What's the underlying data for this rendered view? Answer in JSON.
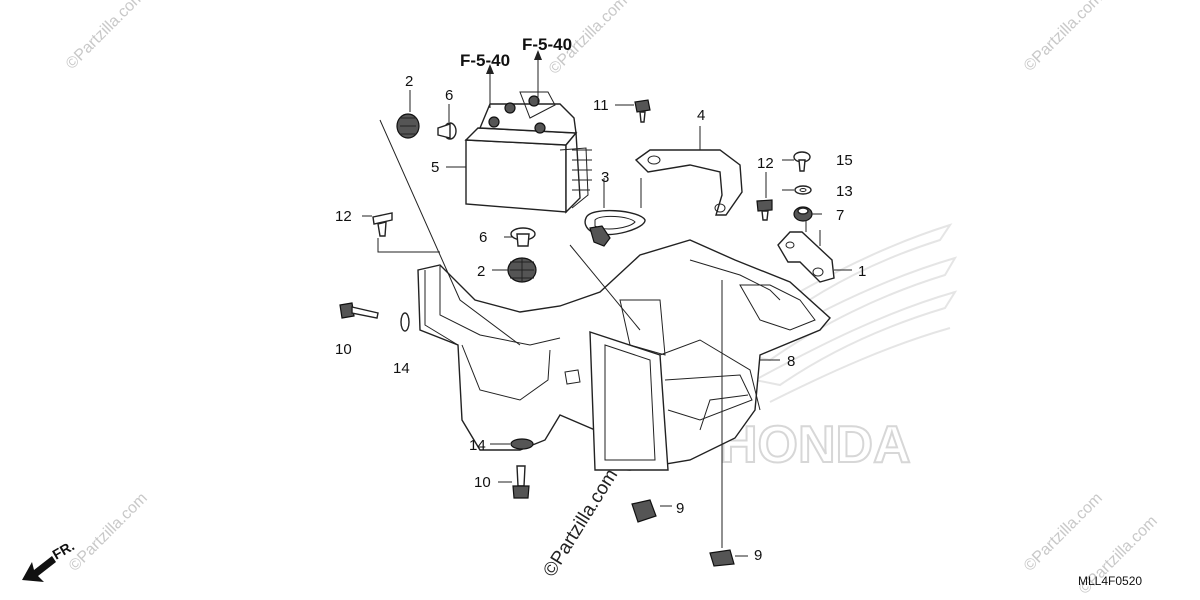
{
  "diagram": {
    "code": "MLL4F0520",
    "direction_label": "FR.",
    "references": [
      {
        "id": "ref-a",
        "text": "F-5-40"
      },
      {
        "id": "ref-b",
        "text": "F-5-40"
      }
    ],
    "callouts": {
      "c1": "1",
      "c2a": "2",
      "c2b": "2",
      "c3": "3",
      "c4": "4",
      "c5": "5",
      "c6a": "6",
      "c6b": "6",
      "c7": "7",
      "c8": "8",
      "c9a": "9",
      "c9b": "9",
      "c10a": "10",
      "c10b": "10",
      "c11": "11",
      "c12a": "12",
      "c12b": "12",
      "c13": "13",
      "c14a": "14",
      "c14b": "14",
      "c15": "15"
    },
    "brand_watermark": "HONDA",
    "watermarks": [
      "©Partzilla.com",
      "©Partzilla.com",
      "©Partzilla.com",
      "©Partzilla.com",
      "©Partzilla.com",
      "©Partzilla.com",
      "©Partzilla.com"
    ]
  }
}
